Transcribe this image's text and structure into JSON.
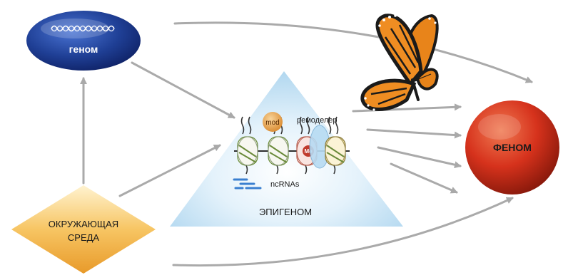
{
  "nodes": {
    "genome": {
      "label": "геном",
      "color": "#1f3f95"
    },
    "environment": {
      "line1": "ОКРУЖАЮЩАЯ",
      "line2": "СРЕДА",
      "color": "#f3b74a"
    },
    "epigenome": {
      "label": "ЭПИГЕНОМ",
      "mod_label": "mod",
      "remodeler_label": "ремоделер",
      "me_label": "Me",
      "ncrna_label": "ncRNAs",
      "color": "#cfe7f6"
    },
    "phenome": {
      "label": "ФЕНОМ",
      "color": "#d6321c"
    }
  },
  "icons": [
    "dna-helix-icon",
    "butterfly-icon",
    "nucleosome-icon",
    "ncrna-icon"
  ],
  "colors": {
    "arrow": "#aaaaaa",
    "butterfly_orange": "#e8841a",
    "butterfly_black": "#1a1a1a"
  }
}
